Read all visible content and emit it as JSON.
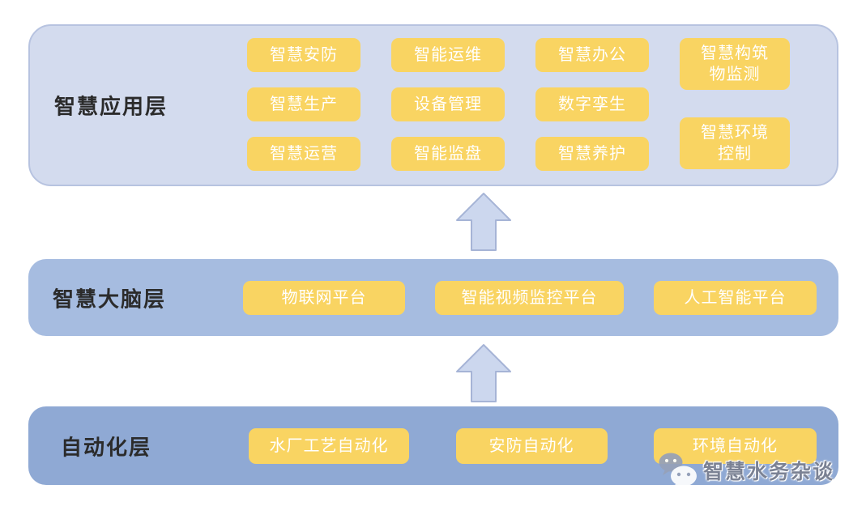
{
  "colors": {
    "app_layer_bg": "#d3dbee",
    "app_layer_border": "#b7c3e0",
    "brain_layer_bg": "#a6bce0",
    "auto_layer_bg": "#8fa9d4",
    "box_bg": "#f9d462",
    "box_text": "#ffffff",
    "label_text": "#2b2b2b",
    "arrow_fill": "#ccd7ee",
    "arrow_stroke": "#a6b4d6",
    "watermark_text": "#7b8294"
  },
  "layers": {
    "application": {
      "label": "智慧应用层",
      "grid": {
        "col1": [
          "智慧安防",
          "智慧生产",
          "智慧运营"
        ],
        "col2": [
          "智能运维",
          "设备管理",
          "智能监盘"
        ],
        "col3": [
          "智慧办公",
          "数字孪生",
          "智慧养护"
        ],
        "col4": [
          "智慧构筑\n物监测",
          "智慧环境\n控制"
        ]
      }
    },
    "brain": {
      "label": "智慧大脑层",
      "items": [
        "物联网平台",
        "智能视频监控平台",
        "人工智能平台"
      ]
    },
    "automation": {
      "label": "自动化层",
      "items": [
        "水厂工艺自动化",
        "安防自动化",
        "环境自动化"
      ]
    }
  },
  "watermark": {
    "text": "智慧水务杂谈"
  }
}
